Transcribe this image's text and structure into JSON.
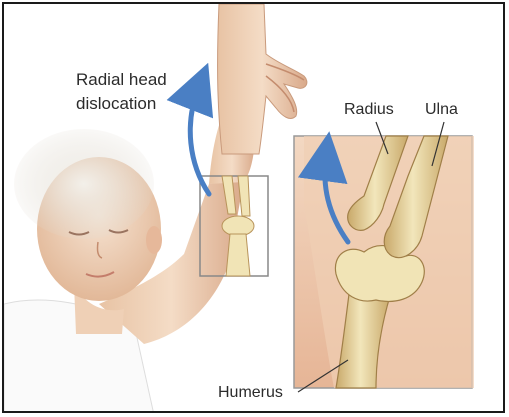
{
  "labels": {
    "radial_head_dislocation_line1": "Radial head",
    "radial_head_dislocation_line2": "dislocation",
    "radius": "Radius",
    "ulna": "Ulna",
    "humerus": "Humerus"
  },
  "colors": {
    "arrow": "#4a7fc4",
    "bone": "#e8d9a0",
    "bone_shadow": "#c9a96a",
    "skin": "#f0d2b8",
    "skin_shadow": "#d9a98a",
    "outline": "#333333",
    "inset_border": "#999999"
  }
}
